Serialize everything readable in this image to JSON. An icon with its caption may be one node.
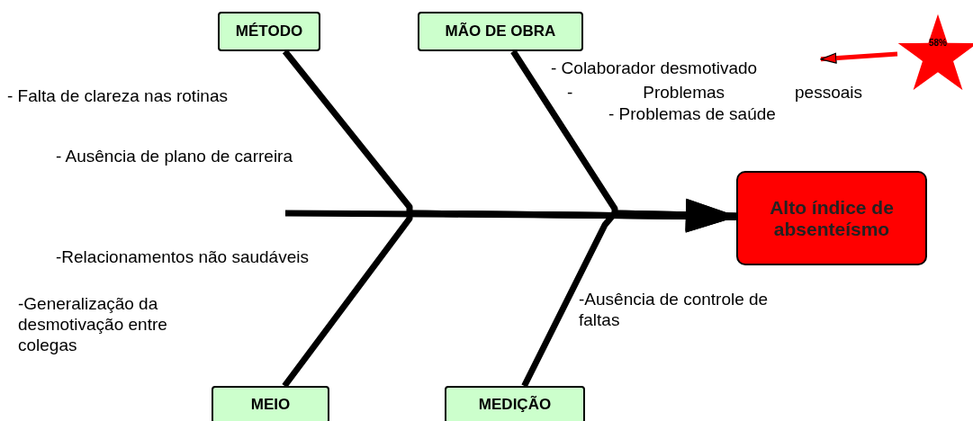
{
  "diagram": {
    "nodes": [
      {
        "text": [
          "MÉTODO"
        ]
      },
      {
        "text": [
          "MÃO DE OBRA"
        ]
      },
      {
        "text": [
          "MEIO"
        ]
      },
      {
        "text": [
          "MEDIÇÃO"
        ]
      },
      {
        "text": [
          "Alto índice de absenteísmo"
        ]
      },
      {
        "text": [
          "58%"
        ]
      },
      {
        "text": [
          "- Colaborador desmotivado"
        ]
      }
    ],
    "edges": [
      {
        "from": null,
        "to": 4,
        "arrow": "to"
      },
      {
        "from": 0,
        "to": 4,
        "arrow": "to"
      },
      {
        "from": 1,
        "to": 4,
        "arrow": "to"
      },
      {
        "from": 2,
        "to": 4,
        "arrow": "to"
      },
      {
        "from": 3,
        "to": 4,
        "arrow": "to"
      },
      {
        "from": 5,
        "to": 6,
        "arrow": "to",
        "color": "#ff0000"
      }
    ],
    "labels": [
      "- Falta de clareza nas rotinas",
      "- Ausência de plano de carreira",
      "- Problemas pessoais",
      "- Problemas de saúde",
      "-Relacionamentos não saudáveis",
      "-Generalização da desmotivação entre colegas",
      "-Ausência de controle de faltas"
    ]
  }
}
